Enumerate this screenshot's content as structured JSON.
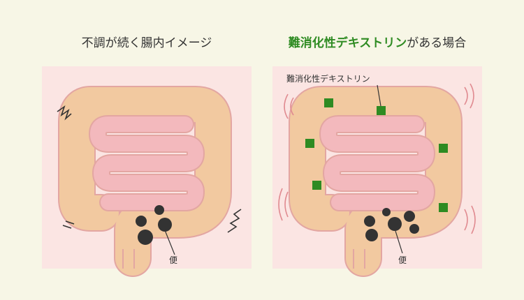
{
  "left": {
    "heading": "不調が続く腸内イメージ",
    "stool_label": "便"
  },
  "right": {
    "heading_accent": "難消化性デキストリン",
    "heading_rest": "がある場合",
    "dextrin_label": "難消化性デキストリン",
    "stool_label": "便"
  },
  "colors": {
    "background": "#f7f6e6",
    "panel": "#fbe5e3",
    "large_intestine": "#f2c9a0",
    "intestine_outline": "#e3a6a2",
    "small_intestine": "#f3b9bd",
    "dextrin": "#2e8b22",
    "stool": "#333333",
    "accent_text": "#2e8b22"
  }
}
